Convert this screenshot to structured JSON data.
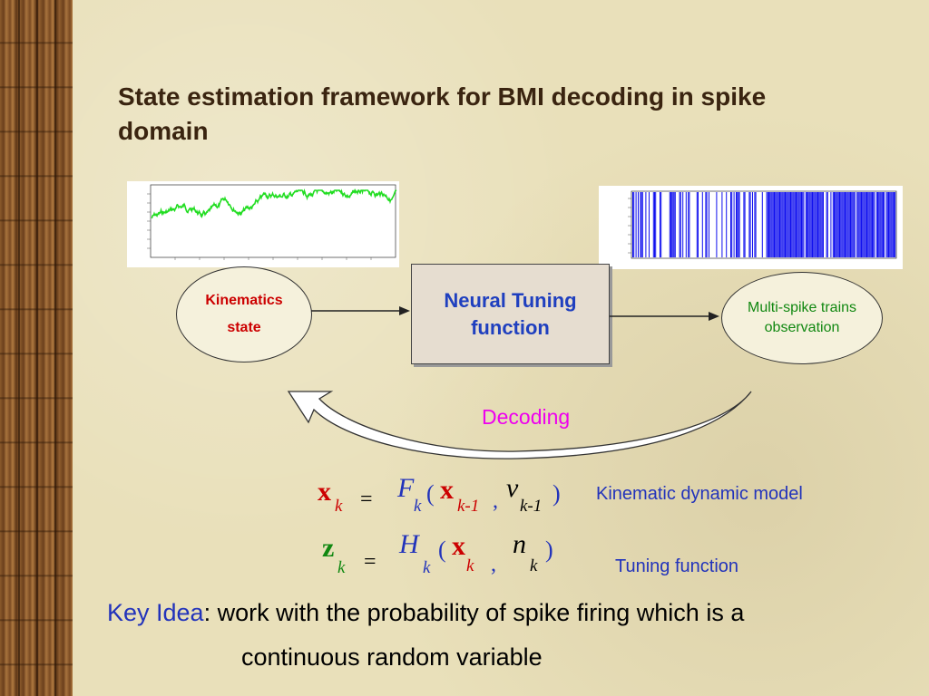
{
  "title": "State estimation framework for BMI decoding in spike domain",
  "diagram": {
    "kinematics_line1": "Kinematics",
    "kinematics_line2": "state",
    "tuning_box_line1": "Neural Tuning",
    "tuning_box_line2": "function",
    "observation_line1": "Multi-spike trains",
    "observation_line2": "observation",
    "decoding_label": "Decoding"
  },
  "equations": {
    "eq1": {
      "lhs": "x",
      "lhs_sub": "k",
      "equals": "=",
      "func": "F",
      "func_sub": "k",
      "open": "(",
      "arg1": "x",
      "arg1_sub": "k-1",
      "comma": ",",
      "arg2": "v",
      "arg2_sub": "k-1",
      "close": ")",
      "label": "Kinematic dynamic model"
    },
    "eq2": {
      "lhs": "z",
      "lhs_sub": "k",
      "equals": "=",
      "func": "H",
      "func_sub": "k",
      "open": "(",
      "arg1": "x",
      "arg1_sub": "k",
      "comma": ",",
      "arg2": "n",
      "arg2_sub": "k",
      "close": ")",
      "label": "Tuning function"
    }
  },
  "key_idea": {
    "label": "Key Idea",
    "text_line1": ": work with the probability of spike firing which is a",
    "text_line2": "continuous random variable"
  },
  "colors": {
    "kinematics": "#cc0000",
    "tuning": "#1f3fbf",
    "observation": "#118811",
    "decoding": "#ee00ee",
    "label_blue": "#2233bb",
    "x_red": "#cc0000",
    "z_green": "#118811"
  }
}
